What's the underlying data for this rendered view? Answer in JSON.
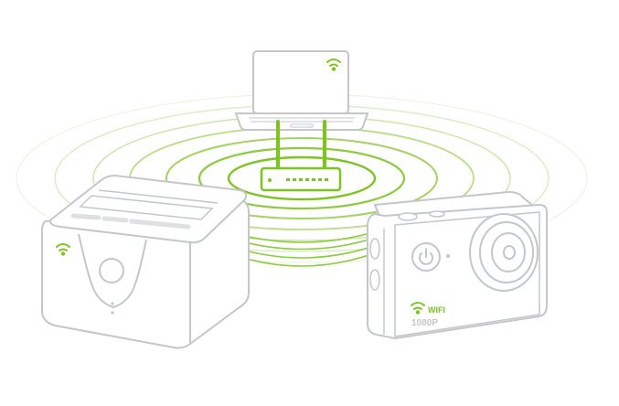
{
  "colors": {
    "accent": "#7cc51f",
    "outline": "#c4c7ca",
    "fill": "#ffffff",
    "ring_faint": "#dcefc4"
  },
  "icons": [
    "wifi-icon",
    "power-icon",
    "laptop",
    "router",
    "network-storage",
    "action-camera"
  ],
  "camera": {
    "wifi_text": "WIFI",
    "resolution_text": "1080P"
  }
}
